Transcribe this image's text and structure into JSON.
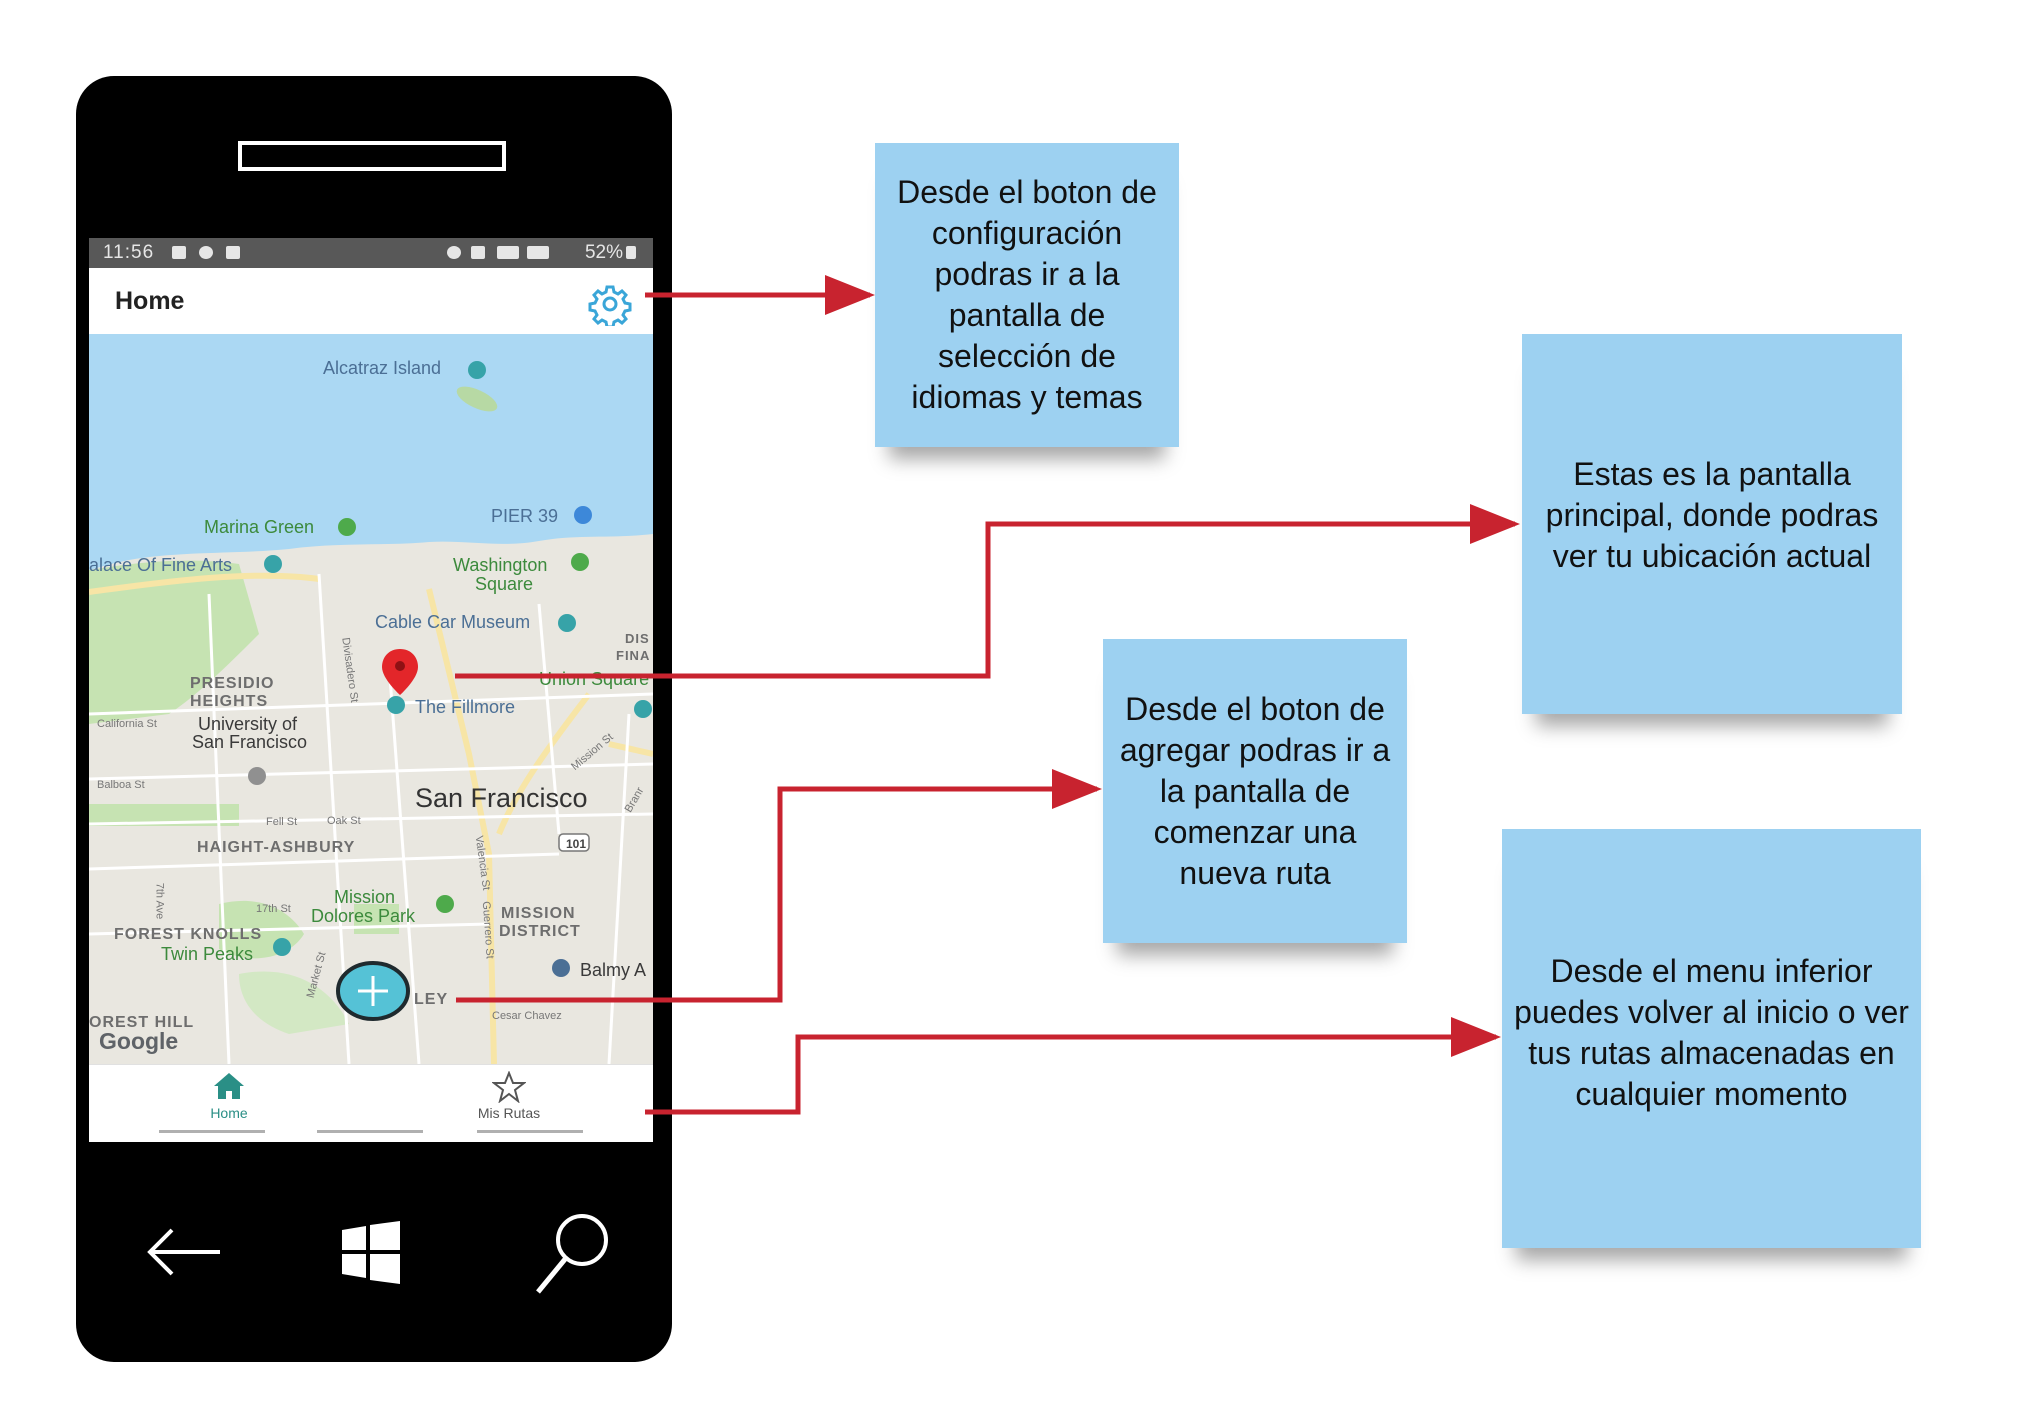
{
  "phone": {
    "status_bar": {
      "time": "11:56",
      "battery": "52%"
    },
    "app_bar": {
      "title": "Home"
    },
    "map": {
      "labels": {
        "alcatraz": "Alcatraz Island",
        "pier39": "PIER 39",
        "marina_green": "Marina Green",
        "palace": "alace Of Fine Arts",
        "washington_1": "Washington",
        "washington_2": "Square",
        "cable_car": "Cable Car Museum",
        "dist_1": "DIS",
        "dist_2": "FINA",
        "presidio_1": "PRESIDIO",
        "presidio_2": "HEIGHTS",
        "union_square": "Union Square",
        "fillmore": "The Fillmore",
        "usf_1": "University of",
        "usf_2": "San Francisco",
        "california_st": "California St",
        "divisadero_st": "Divisadero St",
        "balboa_st": "Balboa St",
        "mission_st": "Mission St",
        "san_francisco": "San Francisco",
        "fell_st": "Fell St",
        "oak_st": "Oak St",
        "haight": "HAIGHT-ASHBURY",
        "hwy_101": "101",
        "valencia_st": "Valencia St",
        "ave7": "7th Ave",
        "st17": "17th St",
        "mission_dolores_1": "Mission",
        "mission_dolores_2": "Dolores Park",
        "mission_district_1": "MISSION",
        "mission_district_2": "DISTRICT",
        "guerrero_st": "Guerrero St",
        "forest_knolls": "FOREST KNOLLS",
        "twin_peaks": "Twin Peaks",
        "market_st": "Market St",
        "balmy": "Balmy A",
        "ley": "LEY",
        "forest_hill": "OREST HILL",
        "cesar_chavez": "Cesar Chavez",
        "brannan": "Branr",
        "google": "Google"
      }
    },
    "bottom_nav": {
      "items": [
        {
          "label": "Home",
          "icon": "home-icon",
          "active": true
        },
        {
          "label": "Mis Rutas",
          "icon": "star-icon",
          "active": false
        }
      ]
    }
  },
  "notes": [
    {
      "text": "Desde el boton de configuración podras ir a la pantalla de selección de idiomas y temas"
    },
    {
      "text": "Estas es la pantalla principal, donde podras ver tu ubicación actual"
    },
    {
      "text": "Desde el boton de agregar podras ir a la pantalla de comenzar una nueva ruta"
    },
    {
      "text": "Desde el menu inferior puedes volver al inicio o ver tus rutas almacenadas en cualquier momento"
    }
  ],
  "colors": {
    "note_bg": "#9dd1f1",
    "arrow": "#c8232f",
    "accent_teal": "#2a8f86",
    "settings_blue": "#3aa6d8",
    "fab": "#55c2d6"
  }
}
